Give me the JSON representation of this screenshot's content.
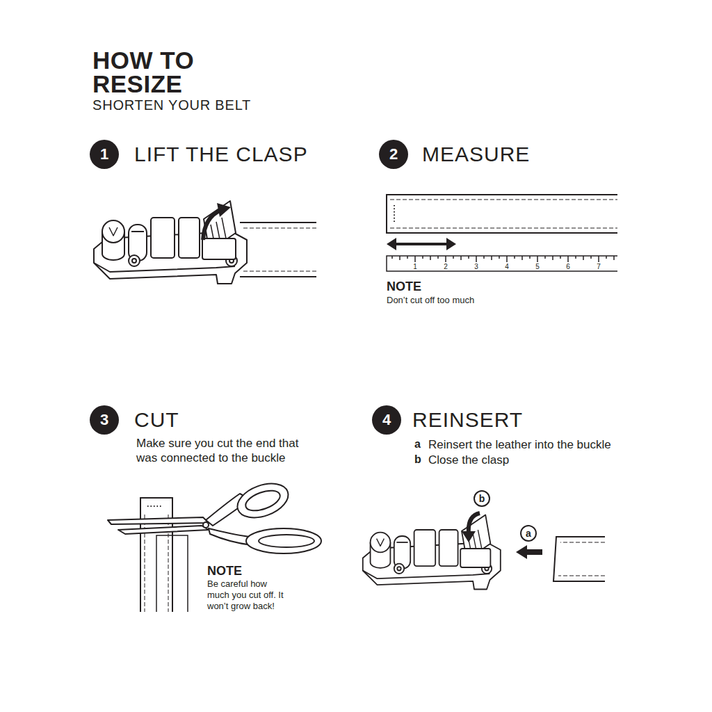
{
  "diagram": {
    "title": "HOW TO RESIZE",
    "nodes": [
      {
        "text": [
          "1"
        ]
      },
      {
        "text": [
          "2"
        ]
      },
      {
        "text": [
          "3"
        ]
      },
      {
        "text": [
          "4"
        ]
      },
      {
        "text": [
          "b"
        ]
      },
      {
        "text": [
          "a"
        ]
      }
    ],
    "labels": [
      "SHORTEN YOUR BELT",
      "LIFT THE CLASP",
      "MEASURE",
      "1",
      "2",
      "3",
      "4",
      "5",
      "6",
      "7",
      "NOTE",
      "Don’t cut off too much",
      "CUT",
      "Make sure you cut the end that was connected to the buckle",
      "NOTE",
      "Be careful how much you cut off. It won’t grow back!",
      "REINSERT",
      "a",
      "Reinsert the leather into the buckle",
      "b",
      "Close the clasp"
    ]
  }
}
